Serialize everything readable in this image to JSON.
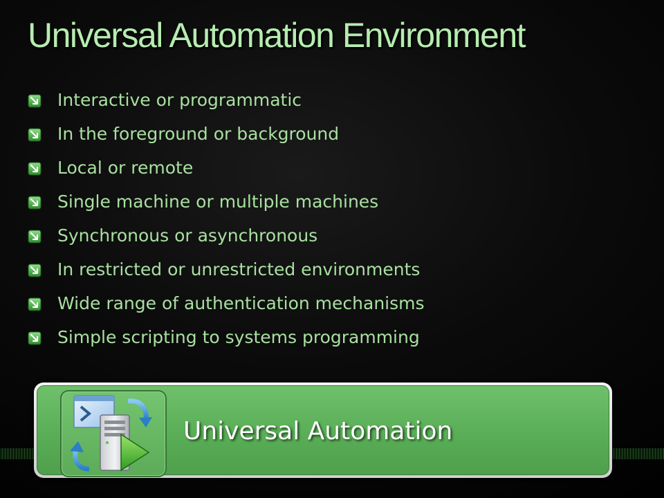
{
  "slide": {
    "title": "Universal Automation Environment",
    "bullets": [
      "Interactive or programmatic",
      "In the foreground or background",
      "Local or remote",
      "Single machine or multiple machines",
      "Synchronous or asynchronous",
      "In restricted or unrestricted environments",
      "Wide range of authentication mechanisms",
      "Simple scripting to systems programming"
    ],
    "bullet_icon": "arrow-bullet-icon",
    "banner": {
      "label": "Universal Automation",
      "icon": "automation-server-icon"
    }
  },
  "colors": {
    "title": "#b6ecb0",
    "bullet_text": "#a8e0a0",
    "banner_green": "#5aae57",
    "background": "#000000"
  }
}
